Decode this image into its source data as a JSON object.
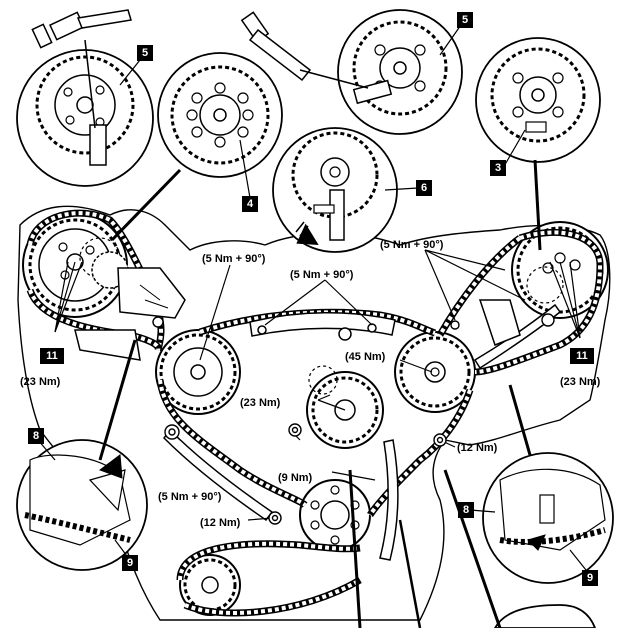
{
  "callouts": {
    "c5_left": "5",
    "c5_right": "5",
    "c4": "4",
    "c3": "3",
    "c6": "6",
    "c11_left": "11",
    "c11_right": "11",
    "c8_left": "8",
    "c8_right": "8",
    "c9_left": "9",
    "c9_right": "9"
  },
  "torques": {
    "t_5nm90_top_left": "(5 Nm + 90°)",
    "t_5nm90_center": "(5 Nm + 90°)",
    "t_5nm90_right": "(5 Nm + 90°)",
    "t_5nm90_bottom": "(5 Nm + 90°)",
    "t_23_left": "(23 Nm)",
    "t_23_right": "(23 Nm)",
    "t_23_center": "(23 Nm)",
    "t_45": "(45 Nm)",
    "t_9": "(9 Nm)",
    "t_12_right": "(12 Nm)",
    "t_12_left": "(12 Nm)"
  }
}
